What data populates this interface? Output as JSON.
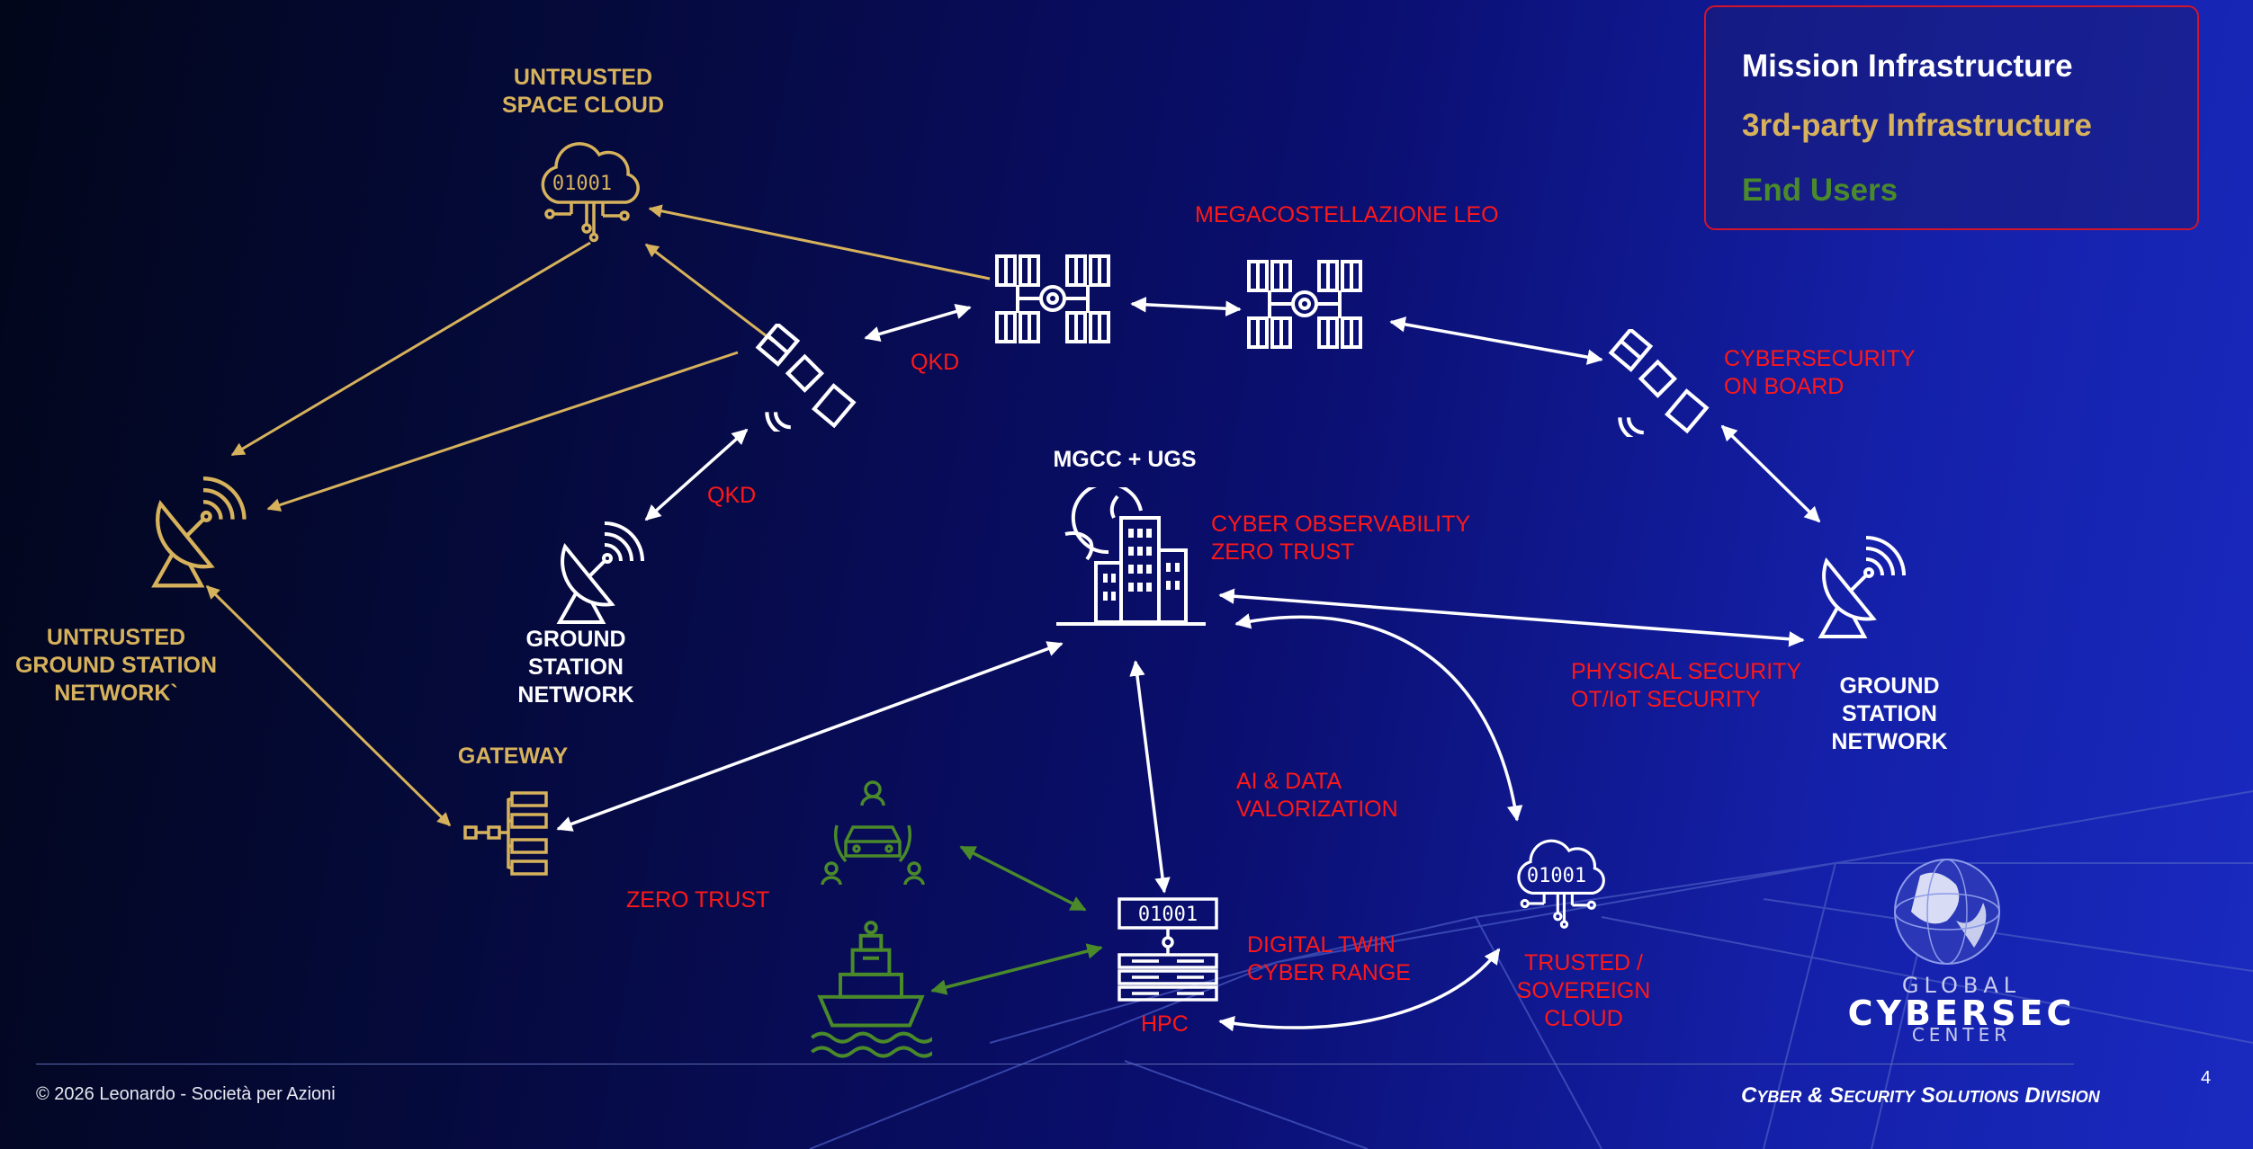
{
  "legend": {
    "mission": "Mission Infrastructure",
    "third_party": "3rd-party Infrastructure",
    "end_users": "End Users",
    "colors": {
      "mission": "#ffffff",
      "third_party": "#d7b25c",
      "end_users": "#4a8a2a"
    }
  },
  "nodes": {
    "untrusted_space_cloud": [
      "UNTRUSTED",
      "SPACE CLOUD"
    ],
    "untrusted_ground_station": [
      "UNTRUSTED",
      "GROUND STATION",
      "NETWORK`"
    ],
    "ground_station_left": [
      "GROUND",
      "STATION",
      "NETWORK"
    ],
    "gateway": "GATEWAY",
    "mgcc": "MGCC + UGS",
    "ground_station_right": [
      "GROUND",
      "STATION",
      "NETWORK"
    ],
    "hpc": "HPC",
    "trusted_cloud": [
      "TRUSTED /",
      "SOVEREIGN",
      "CLOUD"
    ],
    "megaconstellation": "MEGACOSTELLAZIONE LEO"
  },
  "annotations": {
    "qkd_top": "QKD",
    "qkd_bottom": "QKD",
    "cybersecurity_on_board": [
      "CYBERSECURITY",
      "ON BOARD"
    ],
    "cyber_observability": [
      "CYBER OBSERVABILITY",
      "ZERO TRUST"
    ],
    "physical_security": [
      "PHYSICAL SECURITY",
      "OT/IoT SECURITY"
    ],
    "ai_data": [
      "AI & DATA",
      "VALORIZATION"
    ],
    "zero_trust": "ZERO TRUST",
    "digital_twin": [
      "DIGITAL TWIN",
      "CYBER RANGE"
    ]
  },
  "icon_texts": {
    "space_cloud_binary": "01001",
    "trusted_cloud_binary": "01001",
    "hpc_binary": "01001"
  },
  "logo": {
    "line1": "GLOBAL",
    "line2": "CYBERSEC",
    "line3": "CENTER"
  },
  "footer": {
    "copyright": "© 2026 Leonardo - Società per Azioni",
    "division_prefix": "C",
    "division_1": "YBER",
    "division_amp": " & S",
    "division_2": "ECURITY",
    "division_3": " S",
    "division_4": "OLUTIONS",
    "division_5": " D",
    "division_6": "IVISION",
    "page": "4"
  },
  "colors": {
    "arrow_white": "#ffffff",
    "arrow_gold": "#d7b25c",
    "arrow_green": "#4a8a2a",
    "annotation_red": "#ff1818"
  }
}
